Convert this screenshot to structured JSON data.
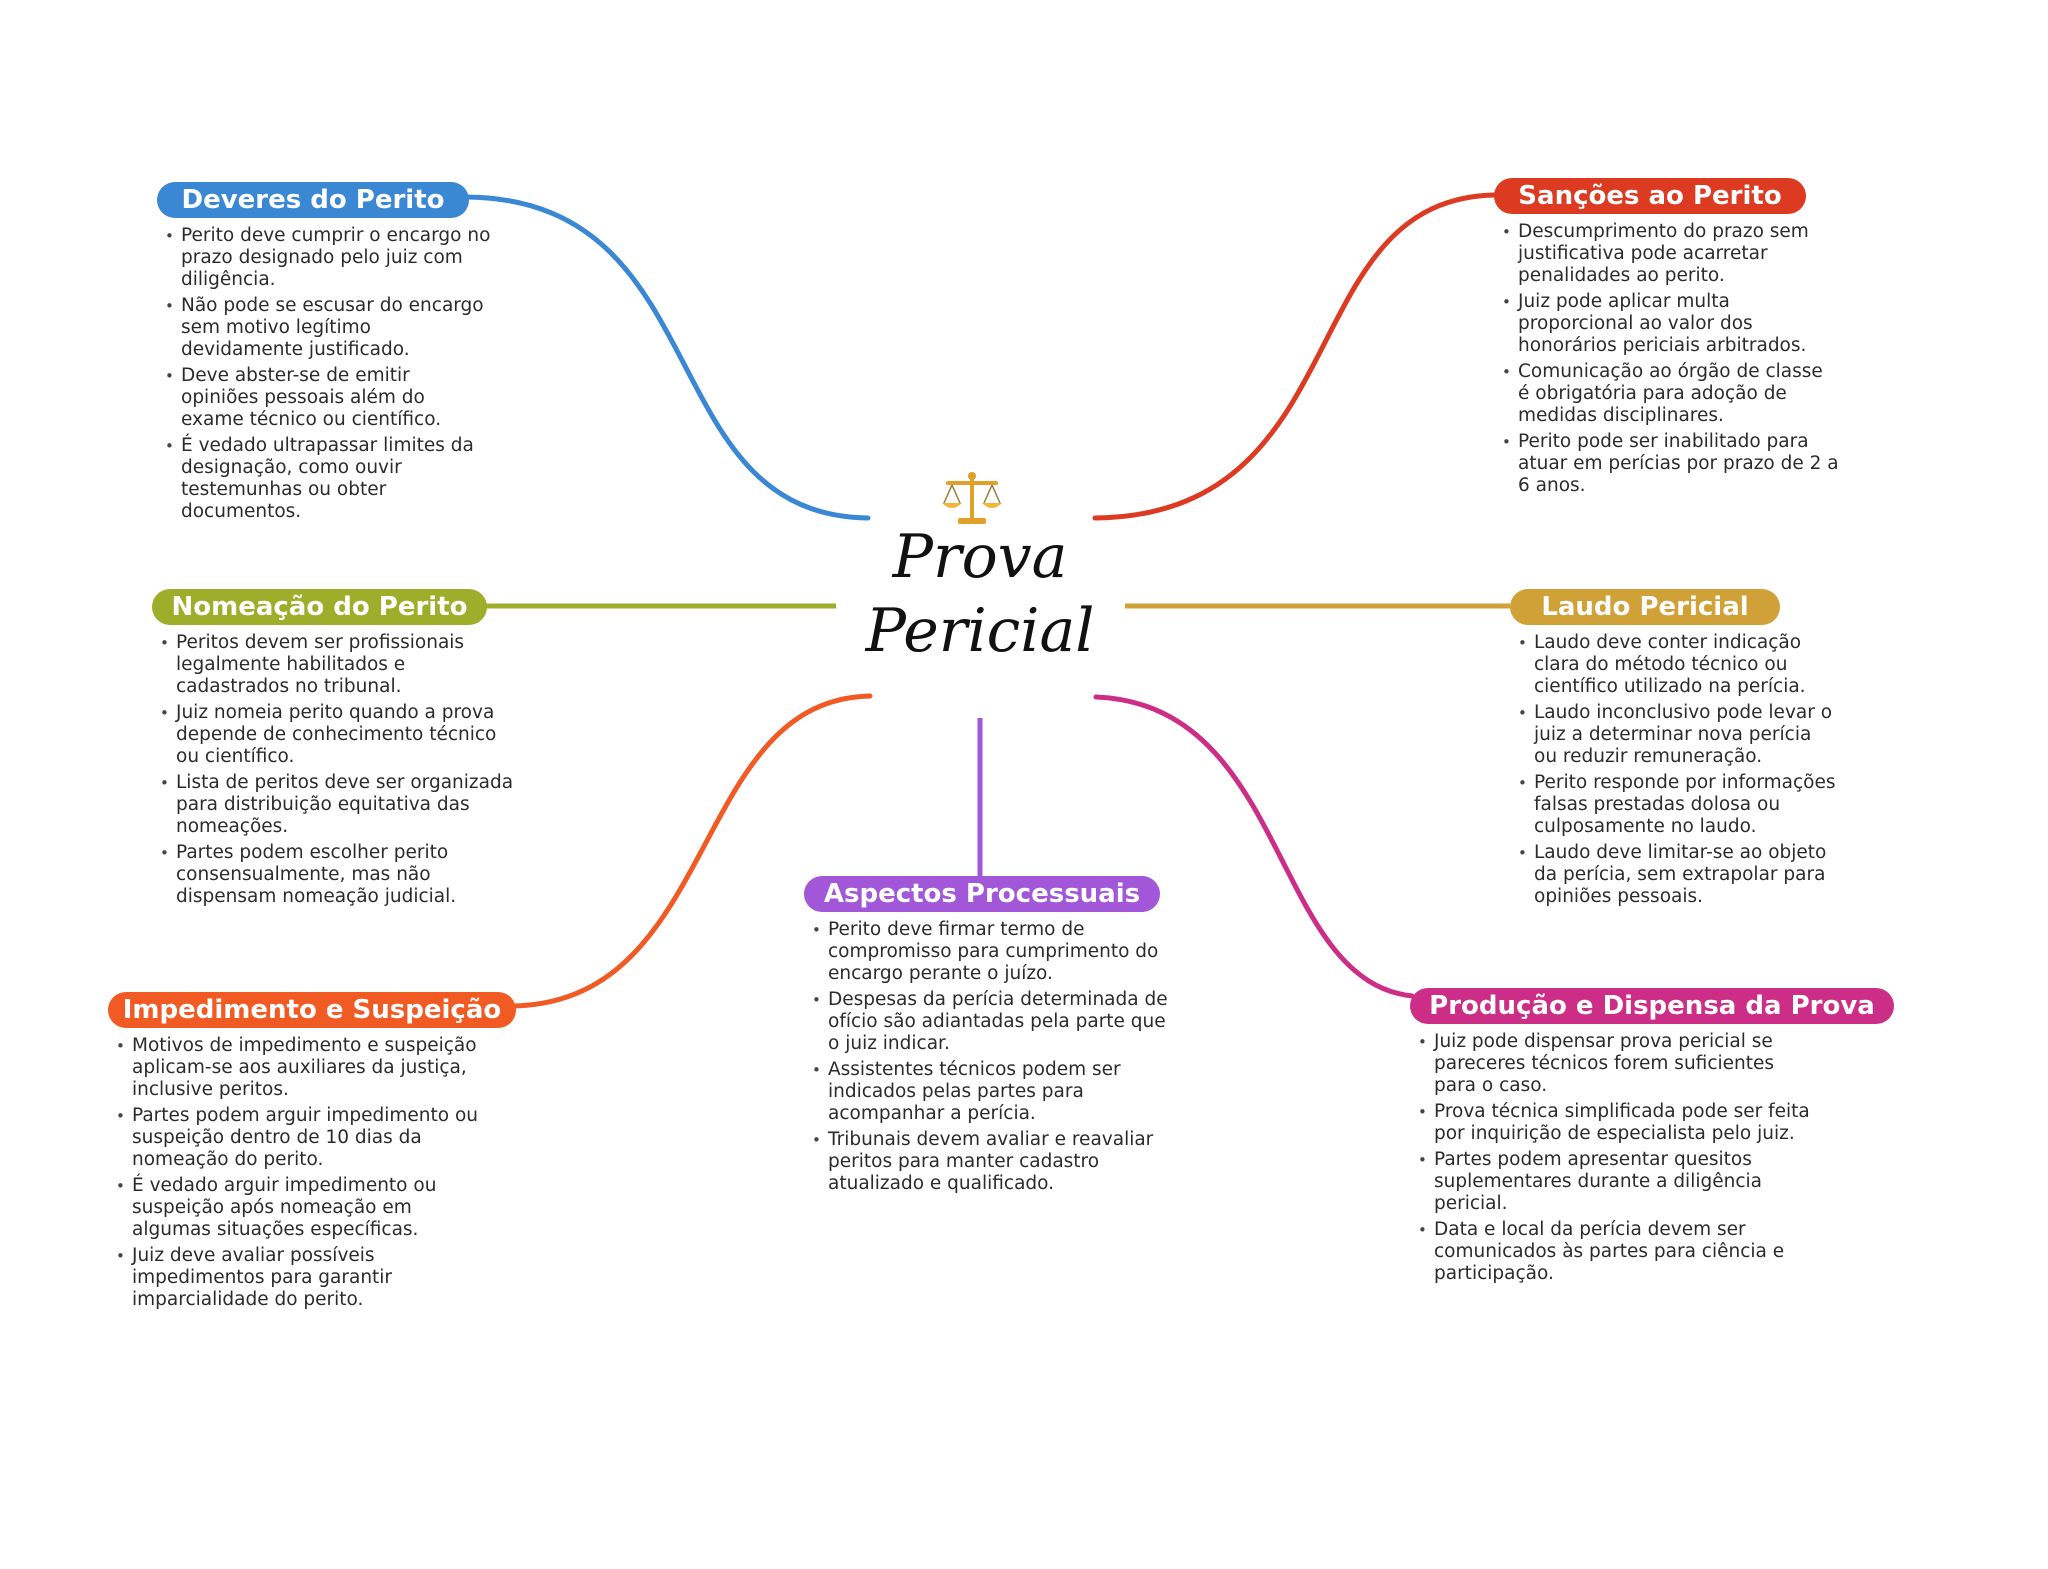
{
  "center": {
    "title_line1": "Prova",
    "title_line2": "Pericial",
    "icon": "balance-scale-icon"
  },
  "branches": [
    {
      "id": "deveres",
      "title": "Deveres do Perito",
      "color": "#3a87d4",
      "items": [
        "Perito deve cumprir o encargo no prazo designado pelo juiz com diligência.",
        "Não pode se escusar do encargo sem motivo legítimo devidamente justificado.",
        "Deve abster-se de emitir opiniões pessoais além do exame técnico ou científico.",
        "É vedado ultrapassar limites da designação, como ouvir testemunhas ou obter documentos."
      ]
    },
    {
      "id": "nomeacao",
      "title": "Nomeação do Perito",
      "color": "#9fae2a",
      "items": [
        "Peritos devem ser profissionais legalmente habilitados e cadastrados no tribunal.",
        "Juiz nomeia perito quando a prova depende de conhecimento técnico ou científico.",
        "Lista de peritos deve ser organizada para distribuição equitativa das nomeações.",
        "Partes podem escolher perito consensualmente, mas não dispensam nomeação judicial."
      ]
    },
    {
      "id": "impedimento",
      "title": "Impedimento e Suspeição",
      "color": "#f25a24",
      "items": [
        "Motivos de impedimento e suspeição aplicam-se aos auxiliares da justiça, inclusive peritos.",
        "Partes podem arguir impedimento ou suspeição dentro de 10 dias da nomeação do perito.",
        "É vedado arguir impedimento ou suspeição após nomeação em algumas situações específicas.",
        "Juiz deve avaliar possíveis impedimentos para garantir imparcialidade do perito."
      ]
    },
    {
      "id": "aspectos",
      "title": "Aspectos Processuais",
      "color": "#a257d8",
      "items": [
        "Perito deve firmar termo de compromisso para cumprimento do encargo perante o juízo.",
        "Despesas da perícia determinada de ofício são adiantadas pela parte que o juiz indicar.",
        "Assistentes técnicos podem ser indicados pelas partes para acompanhar a perícia.",
        "Tribunais devem avaliar e reavaliar peritos para manter cadastro atualizado e qualificado."
      ]
    },
    {
      "id": "sancoes",
      "title": "Sanções ao Perito",
      "color": "#dd3a22",
      "items": [
        "Descumprimento do prazo sem justificativa pode acarretar penalidades ao perito.",
        "Juiz pode aplicar multa proporcional ao valor dos honorários periciais arbitrados.",
        "Comunicação ao órgão de classe é obrigatória para adoção de medidas disciplinares.",
        "Perito pode ser inabilitado para atuar em perícias por prazo de 2 a 6 anos."
      ]
    },
    {
      "id": "laudo",
      "title": "Laudo Pericial",
      "color": "#cfa136",
      "items": [
        "Laudo deve conter indicação clara do método técnico ou científico utilizado na perícia.",
        "Laudo inconclusivo pode levar o juiz a determinar nova perícia ou reduzir remuneração.",
        "Perito responde por informações falsas prestadas dolosa ou culposamente no laudo.",
        "Laudo deve limitar-se ao objeto da perícia, sem extrapolar para opiniões pessoais."
      ]
    },
    {
      "id": "producao",
      "title": "Produção e Dispensa da Prova",
      "color": "#cc2e87",
      "items": [
        "Juiz pode dispensar prova pericial se pareceres técnicos forem suficientes para o caso.",
        "Prova técnica simplificada pode ser feita por inquirição de especialista pelo juiz.",
        "Partes podem apresentar quesitos suplementares durante a diligência pericial.",
        "Data e local da perícia devem ser comunicados às partes para ciência e participação."
      ]
    }
  ]
}
